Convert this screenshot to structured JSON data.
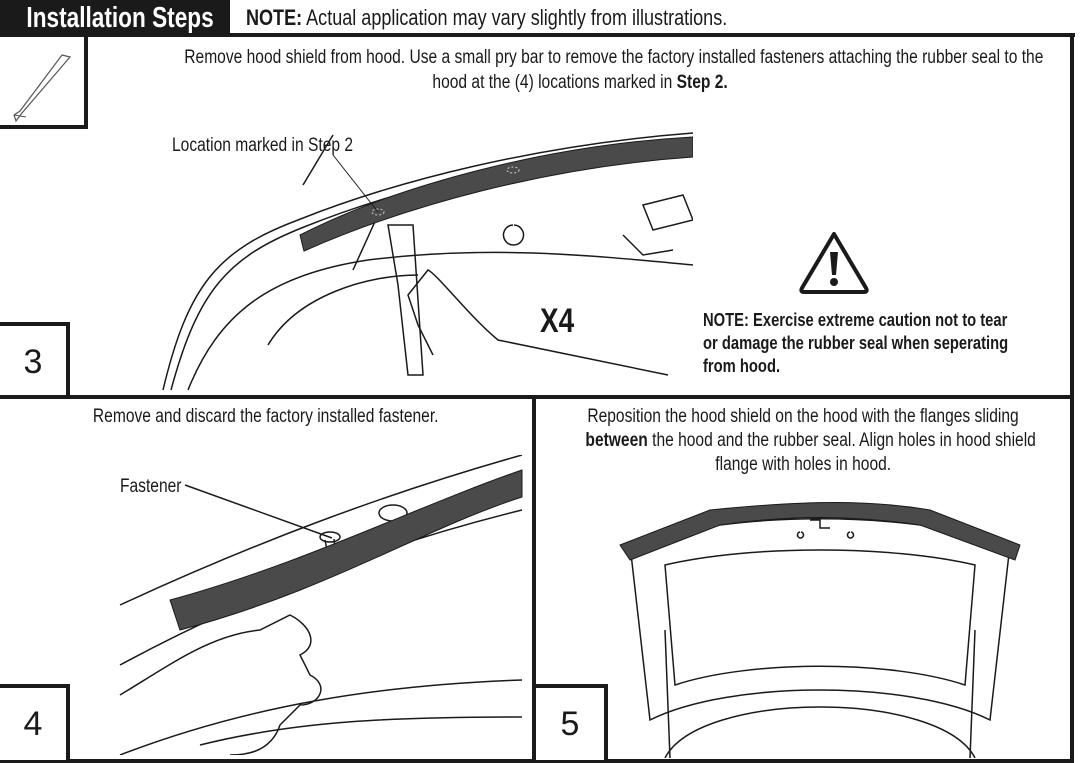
{
  "header": {
    "title": "Installation Steps",
    "note_label": "NOTE:",
    "note_text": " Actual application may vary slightly from illustrations."
  },
  "step3": {
    "number": "3",
    "line1": "Remove hood shield from hood. Use a small pry bar to remove the factory installed fasteners attaching the rubber seal to the",
    "line2_pre": "hood at the (4) locations marked in ",
    "line2_bold": "Step 2.",
    "callout": "Location marked in Step 2",
    "count": "X4",
    "caution": [
      "NOTE: Exercise extreme caution not to tear",
      "or damage the rubber seal when seperating",
      "from hood."
    ]
  },
  "step4": {
    "number": "4",
    "text": "Remove and discard the factory installed fastener.",
    "callout": "Fastener"
  },
  "step5": {
    "number": "5",
    "line1": "Reposition the hood shield on the hood with the flanges sliding",
    "line2_bold": "between",
    "line2_rest": " the hood and the rubber seal. Align holes in hood shield",
    "line3": "flange with holes in hood."
  }
}
